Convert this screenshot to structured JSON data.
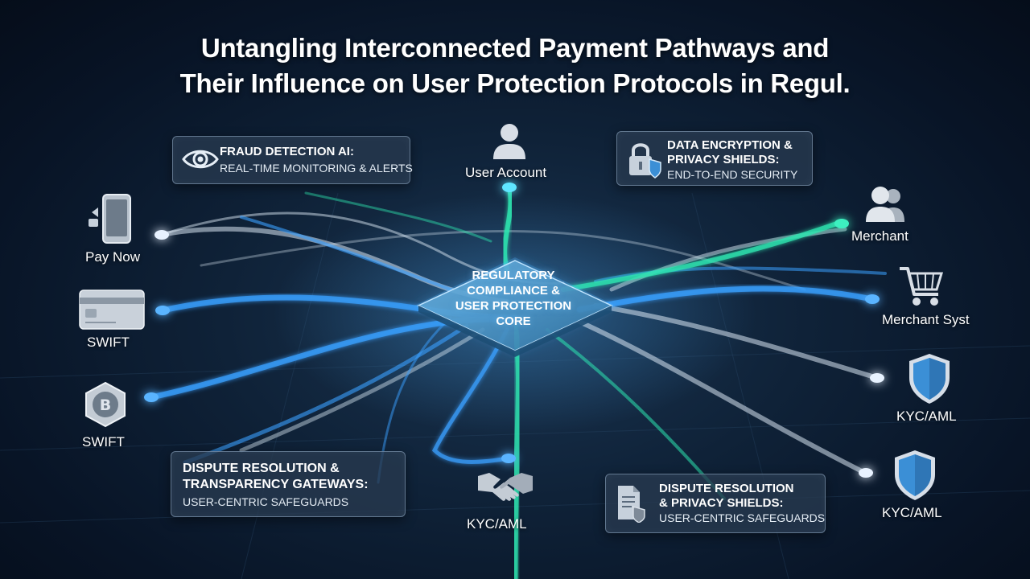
{
  "title": {
    "line1": "Untangling Interconnected Payment Pathways and",
    "line2": "Their Influence on User Protection Protocols in Regul."
  },
  "core": {
    "line1": "REGULATORY",
    "line2": "COMPLIANCE &",
    "line3": "USER PROTECTION",
    "line4": "CORE"
  },
  "boxes": {
    "fraud": {
      "head": "FRAUD DETECTION AI:",
      "sub": "REAL-TIME MONITORING & ALERTS",
      "icon": "eye-icon"
    },
    "encryption": {
      "head1": "DATA ENCRYPTION &",
      "head2": "PRIVACY SHIELDS:",
      "sub": "END-TO-END SECURITY",
      "icon": "padlock-shield-icon"
    },
    "dispute_left": {
      "head1": "DISPUTE RESOLUTION &",
      "head2": "TRANSPARENCY GATEWAYS:",
      "sub": "USER-CENTRIC SAFEGUARDS"
    },
    "dispute_right": {
      "head1": "DISPUTE RESOLUTION",
      "head2": "& PRIVACY SHIELDS:",
      "sub": "USER-CENTRIC SAFEGUARDS",
      "icon": "document-shield-icon"
    }
  },
  "nodes": {
    "user_account": "User Account",
    "pay_now": "Pay Now",
    "swift_card": "SWIFT",
    "swift_coin": "SWIFT",
    "merchant": "Merchant",
    "merchant_syst": "Merchant Syst",
    "kyc_right_1": "KYC/AML",
    "kyc_right_2": "KYC/AML",
    "kyc_bottom": "KYC/AML"
  },
  "colors": {
    "background": "#0b1a2e",
    "blue_path": "#3aa0ff",
    "teal_path": "#2ee6b0",
    "white_path": "#d8e6f2",
    "shield": "#3b8fd6"
  }
}
